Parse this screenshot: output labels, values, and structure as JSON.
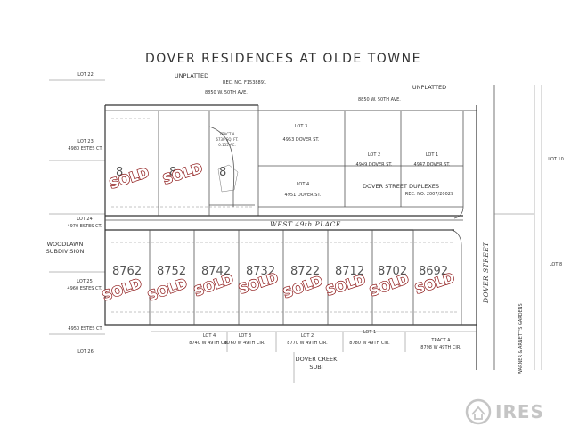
{
  "title": "DOVER RESIDENCES AT OLDE TOWNE",
  "top": {
    "unplatted_left": "UNPLATTED",
    "unplatted_right": "UNPLATTED",
    "rec_no": "REC. NO. F1538891",
    "addr_left": "8850 W. 50TH AVE.",
    "addr_right": "8850 W. 50TH AVE."
  },
  "left_lots": [
    {
      "lot": "LOT 22",
      "addr": ""
    },
    {
      "lot": "LOT 23",
      "addr": "4980 ESTES CT."
    },
    {
      "lot": "LOT 24",
      "addr": "4970 ESTES CT."
    },
    {
      "lot": "LOT 25",
      "addr": "4960 ESTES CT."
    },
    {
      "lot": "LOT 26",
      "addr": "4950 ESTES CT."
    }
  ],
  "woodlawn": [
    "WOODLAWN",
    "SUBDIVISION"
  ],
  "upper_lots": [
    {
      "lot": "LOT 3",
      "addr": "4953 DOVER ST."
    },
    {
      "lot": "LOT 4",
      "addr": "4951 DOVER ST."
    },
    {
      "lot": "LOT 2",
      "addr": "4949 DOVER ST."
    },
    {
      "lot": "LOT 1",
      "addr": "4947 DOVER ST."
    }
  ],
  "duplexes": {
    "title": "DOVER STREET DUPLEXES",
    "rec": "REC. NO. 2007/20029"
  },
  "tract_a": [
    "TRACT A",
    "6730 SQ. FT.",
    "0.155 AC."
  ],
  "right_side": {
    "lot10": "LOT 10",
    "lot8": "LOT 8",
    "dover_street": "DOVER STREET",
    "gardens": "WARNER & ARNETT'S GARDENS"
  },
  "street_49th": "WEST 49th PLACE",
  "bottom": {
    "lots": [
      {
        "lot": "LOT 4",
        "addr": "8740 W 49TH CIR."
      },
      {
        "lot": "LOT 3",
        "addr": "8760 W 49TH CIR."
      },
      {
        "lot": "LOT 2",
        "addr": "8770 W 49TH CIR."
      },
      {
        "lot": "LOT 1",
        "addr": "8780 W 49TH CIR."
      },
      {
        "lot": "TRACT A",
        "addr": "8798 W 49TH CIR."
      }
    ],
    "sub": [
      "DOVER CREEK",
      "SUBI"
    ]
  },
  "upper_house_numbers": [
    "8",
    "8",
    "8"
  ],
  "house_numbers": [
    "8762",
    "8752",
    "8742",
    "8732",
    "8722",
    "8712",
    "8702",
    "8692"
  ],
  "sold_label": "SOLD",
  "watermark": "IRES"
}
